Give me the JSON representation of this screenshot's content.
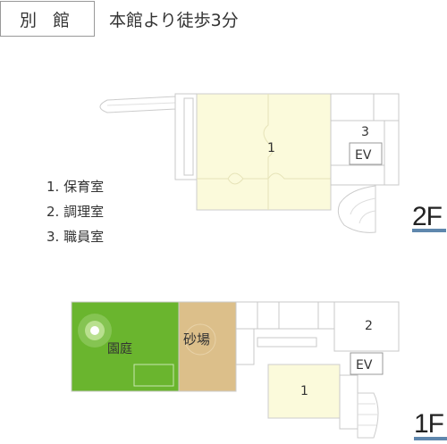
{
  "header": {
    "building_name": "別 館",
    "subtitle": "本館より徒歩3分"
  },
  "legend": [
    {
      "number": "1.",
      "name": "保育室"
    },
    {
      "number": "2.",
      "name": "調理室"
    },
    {
      "number": "3.",
      "name": "職員室"
    }
  ],
  "floor2": {
    "label": "2F",
    "room_1": "1",
    "room_3": "3",
    "elevator": "EV"
  },
  "floor1": {
    "label": "1F",
    "garden": "園庭",
    "sandbox": "砂場",
    "room_1": "1",
    "room_2": "2",
    "elevator": "EV"
  },
  "colors": {
    "nursery_room": "#fbfadb",
    "garden": "#6ab52e",
    "sandbox": "#dcbf8a",
    "wall": "#c8c8c8",
    "floor_bar": "#5f87ad"
  }
}
